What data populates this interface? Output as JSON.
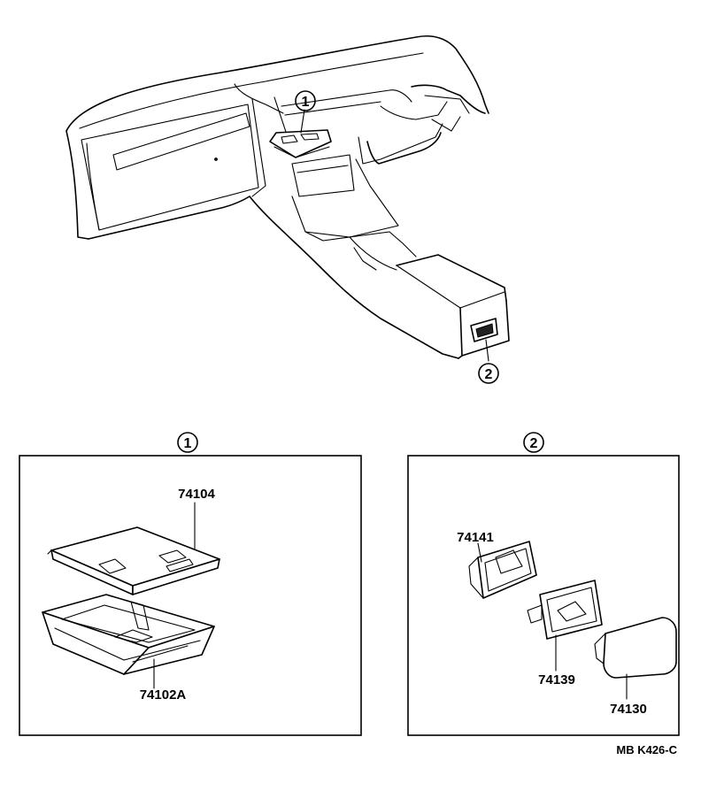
{
  "callouts": {
    "one": "1",
    "two": "2"
  },
  "group1": {
    "heading": "1",
    "parts": [
      "74104",
      "74102A"
    ]
  },
  "group2": {
    "heading": "2",
    "parts": [
      "74141",
      "74139",
      "74130"
    ]
  },
  "reference_code": "MB  K426-C"
}
